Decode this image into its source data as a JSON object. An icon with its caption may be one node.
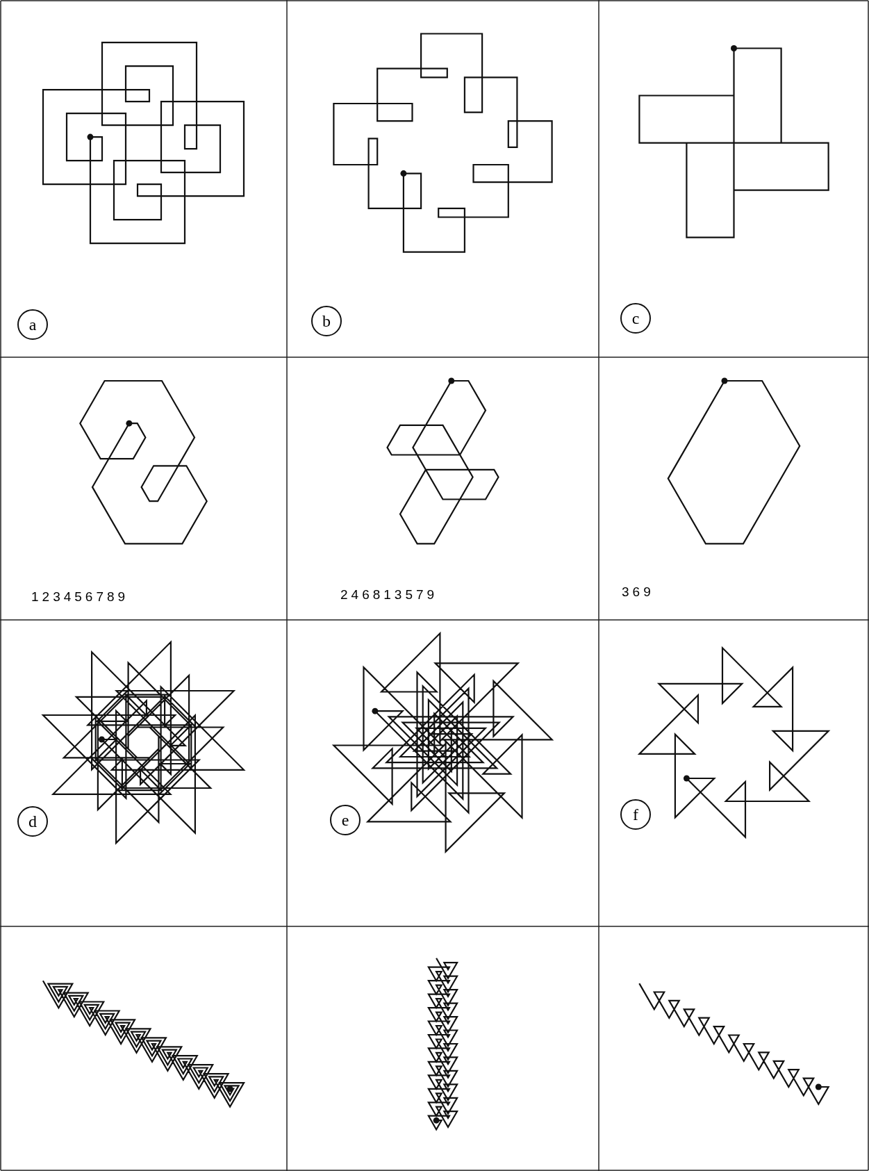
{
  "diagram": {
    "nodes": [
      {
        "text": [
          "a"
        ]
      },
      {
        "text": [
          "b"
        ]
      },
      {
        "text": [
          "c"
        ]
      },
      {
        "text": [
          "d"
        ]
      },
      {
        "text": [
          "e"
        ]
      },
      {
        "text": [
          "f"
        ]
      }
    ],
    "labels": [
      "123456789",
      "246813579",
      "369"
    ]
  }
}
